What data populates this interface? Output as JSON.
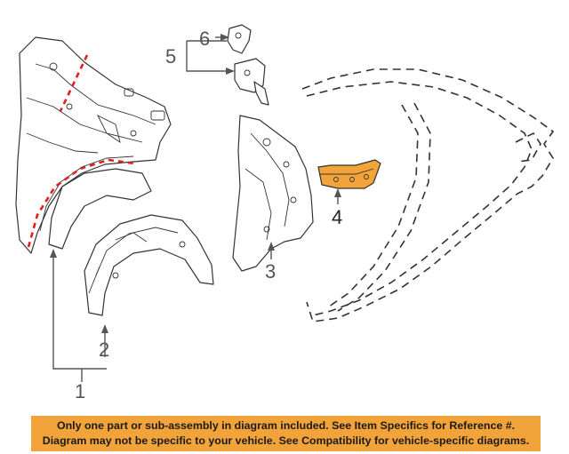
{
  "callouts": {
    "c1": "1",
    "c2": "2",
    "c3": "3",
    "c4": "4",
    "c5": "5",
    "c6": "6"
  },
  "disclaimer": {
    "line1": "Only one part or sub-assembly in diagram included. See Item Specifics for Reference #.",
    "line2": "Diagram may not be specific to your vehicle. See Compatibility for vehicle-specific diagrams."
  },
  "colors": {
    "highlight_part": "#f2a33a",
    "marker_red": "#e0201a",
    "banner": "#f2a33a"
  }
}
